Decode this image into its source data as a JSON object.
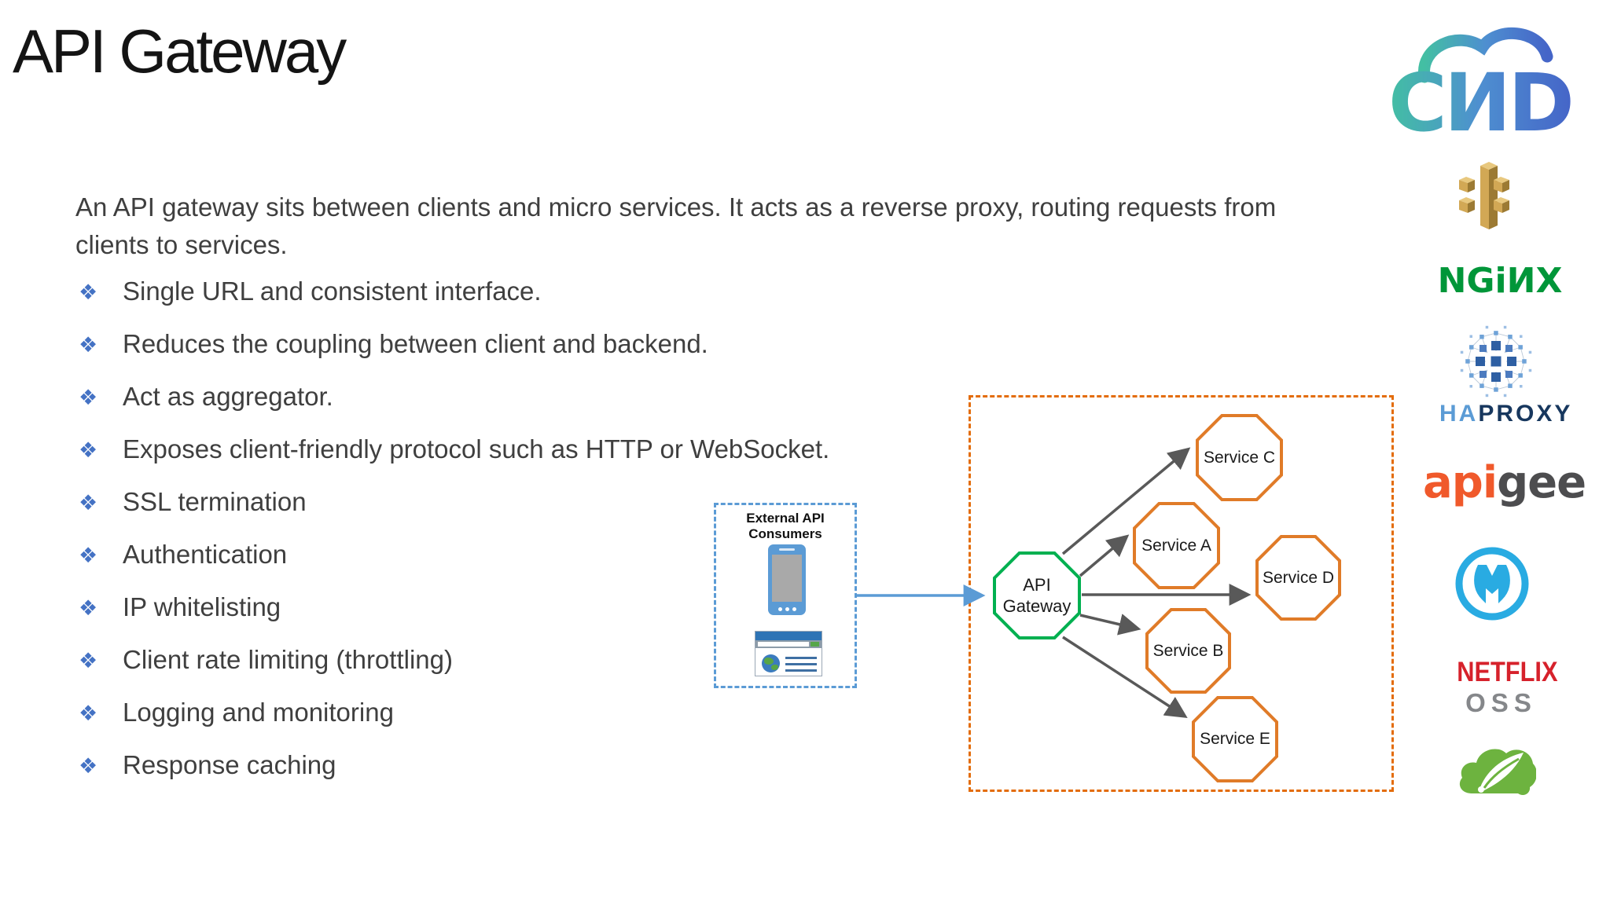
{
  "slide": {
    "title": "API Gateway",
    "intro": "An API gateway sits between clients and micro services. It acts as a reverse proxy, routing requests from clients to services.",
    "bullet_icon": "❖",
    "bullet_color": "#4472C4",
    "text_color": "#3f3f3f",
    "bullets": [
      "Single URL and consistent interface.",
      "Reduces the coupling between client and backend.",
      "Act as aggregator.",
      "Exposes client-friendly protocol such as HTTP or WebSocket.",
      "SSL termination",
      "Authentication",
      "IP whitelisting",
      "Client rate limiting (throttling)",
      "Logging and monitoring",
      "Response caching"
    ]
  },
  "diagram": {
    "consumers_box": {
      "label": "External API Consumers",
      "border_color": "#5B9BD5",
      "icons": [
        "smartphone-icon",
        "browser-window-icon"
      ]
    },
    "gateway": {
      "label_line1": "API",
      "label_line2": "Gateway",
      "border_color": "#00B050"
    },
    "services_box_border_color": "#E36C0A",
    "service_border_color": "#E07B28",
    "arrow_color": "#595959",
    "client_arrow_color": "#5B9BD5",
    "services": [
      {
        "label": "Service C"
      },
      {
        "label": "Service A"
      },
      {
        "label": "Service D"
      },
      {
        "label": "Service B"
      },
      {
        "label": "Service E"
      }
    ]
  },
  "logos": {
    "cnd": {
      "name": "cnd-cloud-logo",
      "letters": "CИD",
      "gradient": [
        "#43BFA3",
        "#4E8FD0",
        "#4565C8"
      ]
    },
    "aws_api_gateway": {
      "name": "aws-api-gateway-icon",
      "color": "#D2A855"
    },
    "nginx": {
      "wordmark": "NGiИX",
      "color": "#009639"
    },
    "haproxy": {
      "ha": "HA",
      "proxy": "PROXY",
      "ha_color": "#5B9BD5",
      "proxy_color": "#17375E",
      "icon": "haproxy-network-sphere-icon"
    },
    "apigee": {
      "api": "api",
      "gee": "gee",
      "api_color": "#F0592B",
      "gee_color": "#4D4D4F"
    },
    "mulesoft": {
      "name": "mulesoft-icon",
      "color": "#29ABE2"
    },
    "netflix": {
      "netflix": "NETFLIX",
      "oss": "OSS",
      "netflix_color": "#D6212B",
      "oss_color": "#85878A"
    },
    "spring": {
      "name": "spring-cloud-icon",
      "color": "#6DB33F"
    }
  }
}
